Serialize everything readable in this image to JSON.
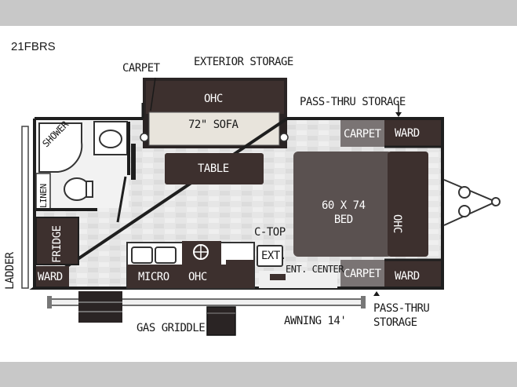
{
  "model_name": "21FBRS",
  "labels": {
    "carpet_top": "CARPET",
    "exterior_storage": "EXTERIOR STORAGE",
    "ohc_top": "OHC",
    "sofa": "72\" SOFA",
    "pass_thru_storage_top": "PASS-THRU STORAGE",
    "carpet_right_top": "CARPET",
    "ward_right_top": "WARD",
    "shower": "SHOWER",
    "table": "TABLE",
    "bed": "60 X 74\nBED",
    "ohc_right": "OHC",
    "linen": "LINEN",
    "fridge": "FRIDGE",
    "c_top": "C-TOP",
    "ext": "EXT.",
    "ladder": "LADDER",
    "ward_left": "WARD",
    "micro": "MICRO",
    "ohc_bottom": "OHC",
    "ent_center": "ENT. CENTER",
    "carpet_right_bottom": "CARPET",
    "ward_right_bottom": "WARD",
    "pass_thru_storage_bottom": "PASS-THRU\nSTORAGE",
    "gas_griddle": "GAS GRIDDLE",
    "awning": "AWNING 14'"
  },
  "colors": {
    "background": "#c8c8c8",
    "wall": "#1e1e1e",
    "dark_cabinet": "#3d302e",
    "carpet": "#7a7474",
    "floor": "#e4e4e4",
    "sofa": "#e8e4dc"
  }
}
